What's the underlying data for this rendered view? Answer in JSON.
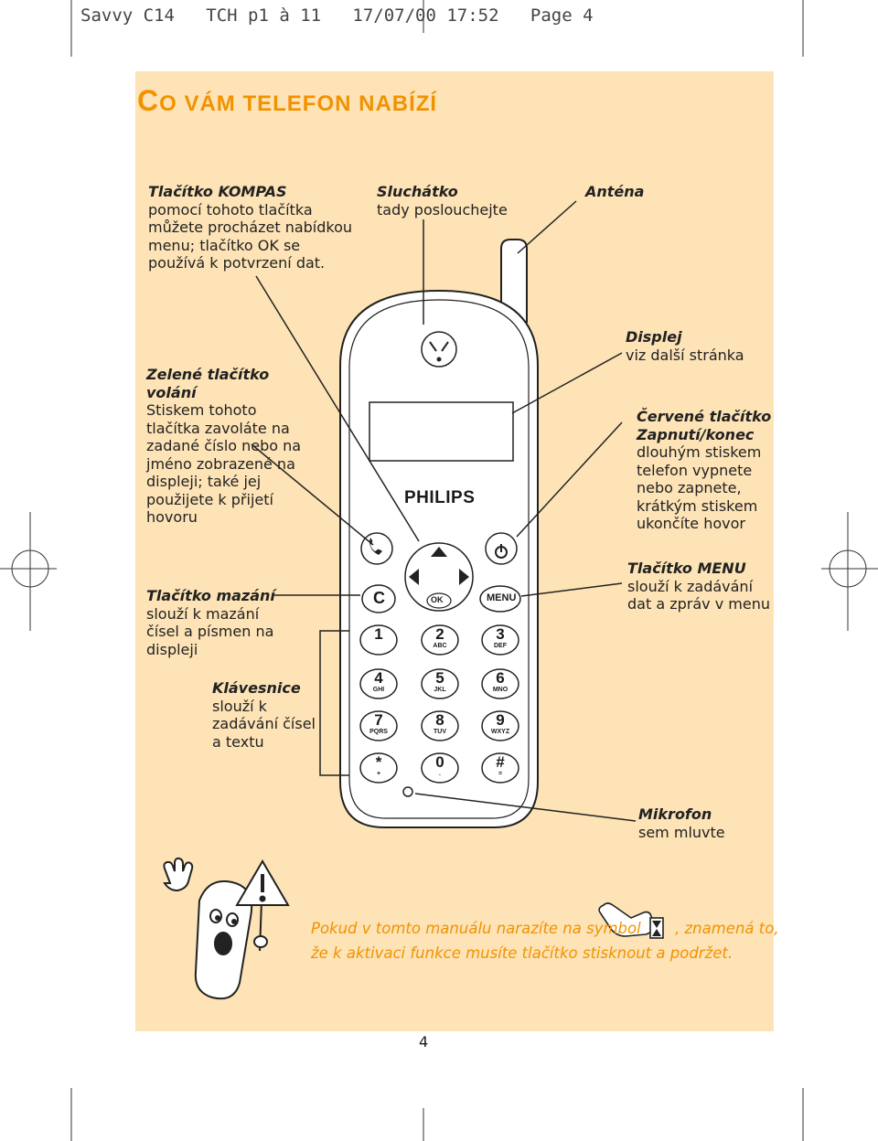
{
  "header": "Savvy C14   TCH p1 à 11   17/07/00 17:52   Page 4",
  "title": {
    "first": "C",
    "rest": "O VÁM TELEFON NABÍZÍ"
  },
  "labels": {
    "kompas": {
      "heading": "Tlačítko KOMPAS",
      "lines": [
        "pomocí tohoto tlačítka",
        "můžete procházet nabídkou",
        "menu; tlačítko OK se",
        "používá k potvrzení dat."
      ]
    },
    "sluchatko": {
      "heading": "Sluchátko",
      "lines": [
        "tady poslouchejte"
      ]
    },
    "antena": {
      "heading": "Anténa"
    },
    "zelene": {
      "heading1": "Zelené tlačítko",
      "heading2": "volání",
      "lines": [
        "Stiskem tohoto",
        "tlačítka zavoláte na",
        "zadané číslo nebo na",
        "jméno zobrazené na",
        "displeji; také jej",
        "použijete k přijetí",
        "hovoru"
      ]
    },
    "displej": {
      "heading": "Displej",
      "lines": [
        "viz další stránka"
      ]
    },
    "cervene": {
      "heading1": "Červené tlačítko",
      "heading2": "Zapnutí/konec",
      "lines": [
        "dlouhým stiskem",
        "telefon vypnete",
        "nebo zapnete,",
        "krátkým stiskem",
        "ukončíte hovor"
      ]
    },
    "mazani": {
      "heading": "Tlačítko mazání",
      "lines": [
        "slouží k mazání",
        "čísel a písmen na",
        "displeji"
      ]
    },
    "menu": {
      "heading": "Tlačítko MENU",
      "lines": [
        "slouží k zadávání",
        "dat a zpráv v menu"
      ]
    },
    "klavesnice": {
      "heading": "Klávesnice",
      "lines": [
        "slouží k",
        "zadávání čísel",
        "a textu"
      ]
    },
    "mikrofon": {
      "heading": "Mikrofon",
      "lines": [
        "sem mluvte"
      ]
    }
  },
  "phone": {
    "brand": "PHILIPS",
    "ok": "OK",
    "c": "C",
    "menu": "MENU",
    "keys": [
      {
        "num": "1",
        "sub": ""
      },
      {
        "num": "2",
        "sub": "ABC"
      },
      {
        "num": "3",
        "sub": "DEF"
      },
      {
        "num": "4",
        "sub": "GHI"
      },
      {
        "num": "5",
        "sub": "JKL"
      },
      {
        "num": "6",
        "sub": "MNO"
      },
      {
        "num": "7",
        "sub": "PQRS"
      },
      {
        "num": "8",
        "sub": "TUV"
      },
      {
        "num": "9",
        "sub": "WXYZ"
      },
      {
        "num": "*",
        "sub": "+"
      },
      {
        "num": "0",
        "sub": "."
      },
      {
        "num": "#",
        "sub": "="
      }
    ]
  },
  "note": {
    "line1a": "Pokud v tomto manuálu narazíte na symbol",
    "line1b": ", znamená to,",
    "line2": "že k aktivaci funkce musíte tlačítko stisknout a podržet."
  },
  "page_number": "4",
  "colors": {
    "accent": "#f29200",
    "panel": "#fde3b6"
  }
}
